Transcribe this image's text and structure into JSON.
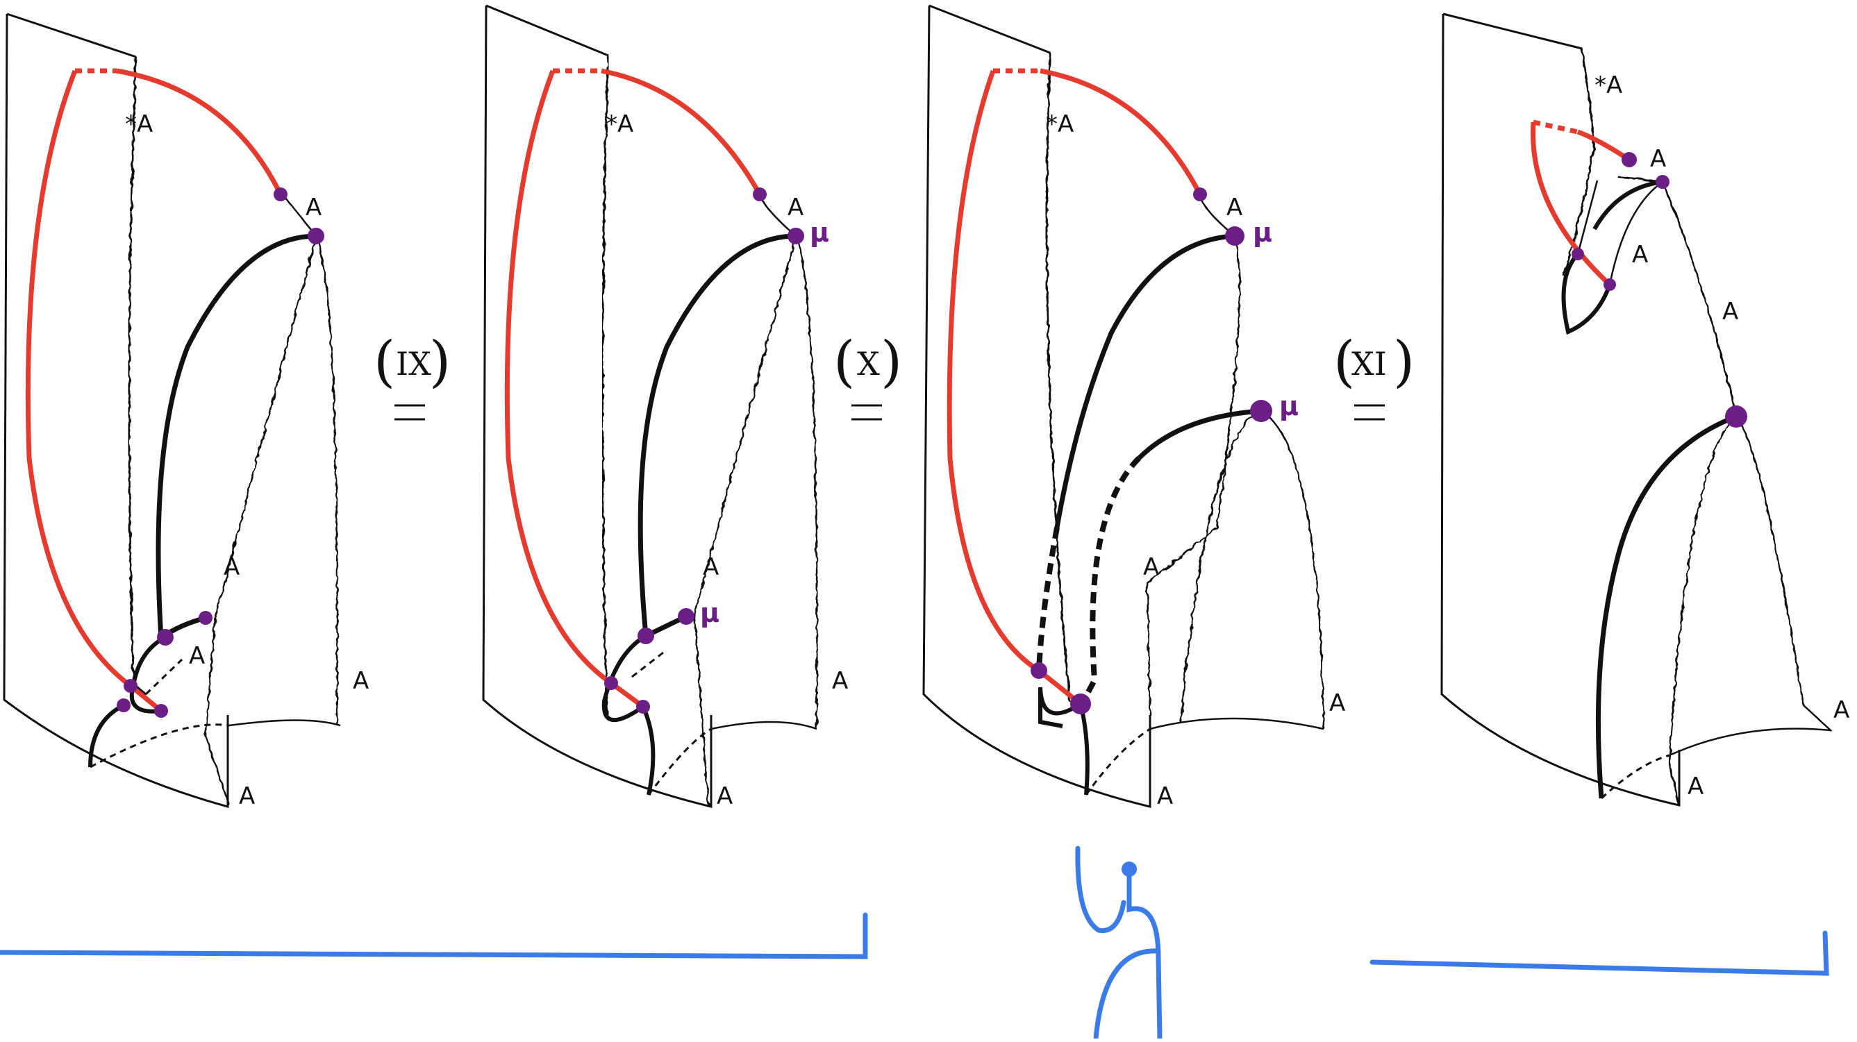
{
  "colors": {
    "ink": "#111111",
    "red": "#e53a2e",
    "purple": "#6b1f86",
    "blue": "#3a7be8"
  },
  "panels": [
    {
      "labels": {
        "star": "*A",
        "a1": "A",
        "a2": "A",
        "a3": "A",
        "a4": "A",
        "a5": "A"
      }
    },
    {
      "labels": {
        "star": "*A",
        "a1": "A",
        "a2": "A",
        "a4": "A",
        "a5": "A",
        "mu1": "μ",
        "mu2": "μ"
      }
    },
    {
      "labels": {
        "star": "*A",
        "a1": "A",
        "a2": "A",
        "a4": "A",
        "a5": "A",
        "mu1": "μ",
        "mu2": "μ"
      }
    },
    {
      "labels": {
        "star": "*A",
        "a1": "A",
        "a2": "A",
        "a3": "A",
        "a4": "A",
        "a5": "A"
      }
    }
  ],
  "steps": [
    "IX",
    "X",
    "XI"
  ]
}
